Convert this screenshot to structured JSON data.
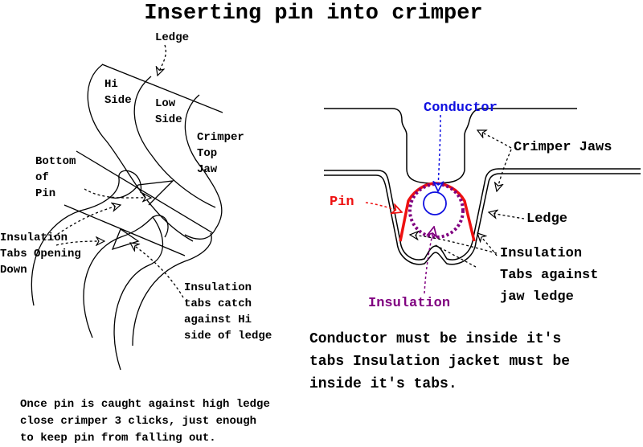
{
  "title": "Inserting pin into crimper",
  "left_diagram": {
    "labels": {
      "ledge": "Ledge",
      "hi_side": "Hi\nSide",
      "low_side": "Low\nSide",
      "crimper_top_jaw": "Crimper\nTop\nJaw",
      "bottom_of_pin": "Bottom\nof\nPin",
      "insulation_tabs_opening_down": "Insulation\nTabs Opening\nDown",
      "insulation_tabs_catch": "Insulation\ntabs catch\nagainst Hi\nside of ledge"
    }
  },
  "right_diagram": {
    "labels": {
      "conductor": "Conductor",
      "crimper_jaws": "Crimper Jaws",
      "pin": "Pin",
      "ledge": "Ledge",
      "insulation_tabs_against_jaw_ledge": "Insulation\nTabs against\njaw ledge",
      "insulation": "Insulation"
    },
    "colors": {
      "conductor": "#1010e0",
      "pin": "#ee1111",
      "insulation": "#800080",
      "outline": "#000000"
    }
  },
  "notes": {
    "conductor_note": "Conductor must be inside it's\ntabs Insulation jacket must be\ninside it's tabs.",
    "crimp_note": "Once pin is caught against high ledge\nclose crimper 3 clicks, just enough\nto keep pin from falling out."
  }
}
